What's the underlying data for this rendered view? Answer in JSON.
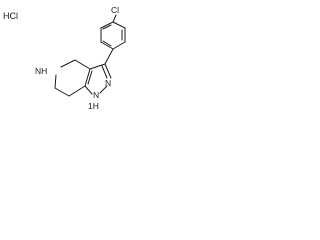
{
  "structure": {
    "salt": "HCl",
    "substituent": "Cl",
    "ring_nitrogen_nh": "NH",
    "pyrazole_n": "N",
    "pyrazole_nh": "N",
    "pyrazole_h": "1H"
  },
  "colors": {
    "ink": "#1a1a1a",
    "background": "#ffffff"
  }
}
